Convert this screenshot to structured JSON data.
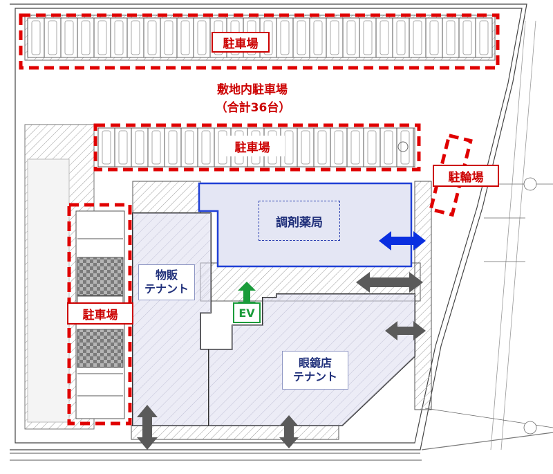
{
  "labels": {
    "parking_top": "駐車場",
    "site_parking_line1": "敷地内駐車場",
    "site_parking_line2": "（合計36台）",
    "parking_mid": "駐車場",
    "bicycle_parking": "駐輪場",
    "pharmacy": "調剤薬局",
    "retail_line1": "物販",
    "retail_line2": "テナント",
    "parking_left": "駐車場",
    "elevator": "EV",
    "optician_line1": "眼鏡店",
    "optician_line2": "テナント"
  },
  "colors": {
    "red_dash": "#e00000",
    "pharmacy_fill": "#e4e6f4",
    "pharmacy_border": "#1f3fd6",
    "tenant_fill": "#dcdcef",
    "blue_arrow": "#0a2fe0",
    "gray_arrow": "#5a5a5a",
    "ev_green": "#1a9b3a"
  },
  "arrows": {
    "pharmacy_access": "blue-double-arrow",
    "side_entrances": "gray-double-arrow",
    "elevator": "green-double-arrow"
  }
}
